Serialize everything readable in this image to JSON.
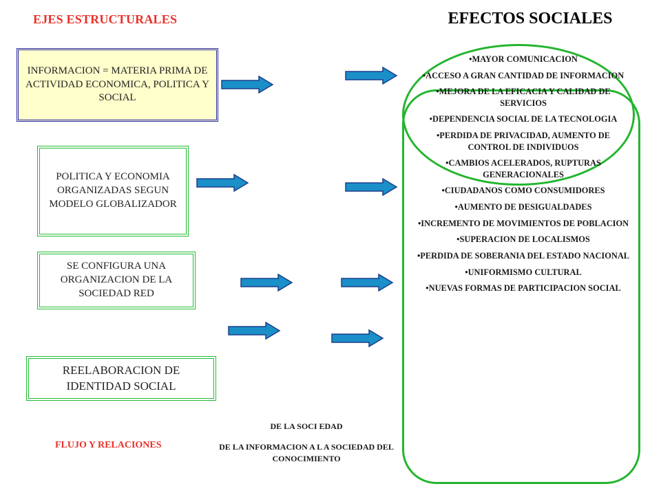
{
  "left_title": "EJES ESTRUCTURALES",
  "right_title": "EFECTOS SOCIALES",
  "axes": [
    "INFORMACION = MATERIA PRIMA DE ACTIVIDAD ECONOMICA, POLITICA Y SOCIAL",
    "POLITICA Y ECONOMIA ORGANIZADAS SEGUN MODELO GLOBALIZADOR",
    "SE CONFIGURA UNA ORGANIZACION DE LA SOCIEDAD RED",
    "REELABORACION DE IDENTIDAD SOCIAL"
  ],
  "effects": [
    "•MAYOR COMUNICACION",
    "•ACCESO A GRAN CANTIDAD DE INFORMACION",
    "•MEJORA DE LA EFICACIA Y CALIDAD DE SERVICIOS",
    "•DEPENDENCIA SOCIAL DE LA TECNOLOGIA",
    "•PERDIDA DE PRIVACIDAD, AUMENTO DE CONTROL DE INDIVIDUOS",
    "•CAMBIOS ACELERADOS, RUPTURAS GENERACIONALES",
    "•CIUDADANOS COMO CONSUMIDORES",
    "•AUMENTO DE DESIGUALDADES",
    "•INCREMENTO DE MOVIMIENTOS DE POBLACION",
    "•SUPERACION DE LOCALISMOS",
    "•PERDIDA DE SOBERANIA DEL ESTADO NACIONAL",
    "•UNIFORMISMO CULTURAL",
    "•NUEVAS FORMAS DE PARTICIPACION SOCIAL"
  ],
  "flow_label": "FLUJO Y RELACIONES",
  "bottom_line_1": "DE LA SOCI EDAD",
  "bottom_line_2": "DE  LA INFORMACION  A L A SOCIEDAD DEL  CONOCIMIENTO",
  "colors": {
    "title_red": "#e8312a",
    "arrow_blue": "#1a8fc8",
    "arrow_stroke": "#1c3e8a",
    "green_border": "#23b52e",
    "blue_border": "#2a2aa8",
    "yellow_fill": "#ffffcc"
  }
}
